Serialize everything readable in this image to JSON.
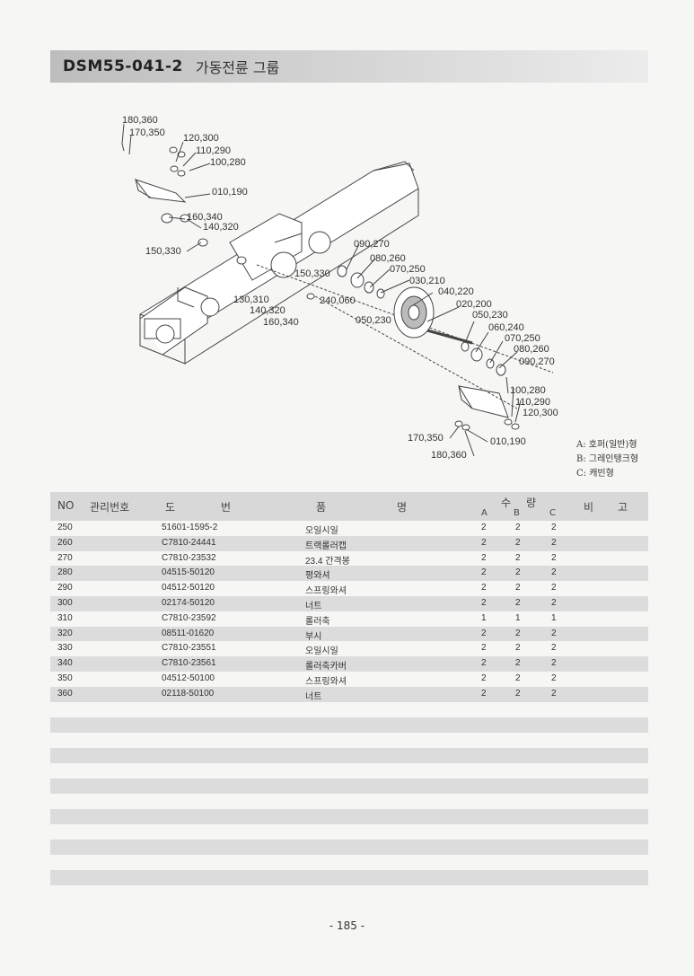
{
  "header": {
    "code": "DSM55-041-2",
    "title": "가동전륜 그룹"
  },
  "diagram": {
    "callouts": [
      "180,360",
      "170,350",
      "120,300",
      "110,290",
      "100,280",
      "010,190",
      "160,340",
      "140,320",
      "150,330",
      "090,270",
      "080,260",
      "070,250",
      "150,330",
      "030,210",
      "040,220",
      "130,310",
      "020,200",
      "140,320",
      "240,060",
      "050,230",
      "160,340",
      "050,230",
      "060,240",
      "070,250",
      "080,260",
      "090,270",
      "100,280",
      "110,290",
      "120,300",
      "170,350",
      "010,190",
      "180,360"
    ]
  },
  "legend": {
    "a": "A: 호퍼(일반)형",
    "b": "B: 그레인탱크형",
    "c": "C: 캐빈형"
  },
  "table": {
    "headers": {
      "no": "NO",
      "mgmt": "관리번호",
      "drawing_1": "도",
      "drawing_2": "번",
      "name_1": "품",
      "name_2": "명",
      "qty_1": "수",
      "qty_2": "량",
      "qty_a": "A",
      "qty_b": "B",
      "qty_c": "C",
      "remark_1": "비",
      "remark_2": "고"
    },
    "rows": [
      {
        "no": "250",
        "drawing": "51601-1595-2",
        "name": "오일시일",
        "a": "2",
        "b": "2",
        "c": "2"
      },
      {
        "no": "260",
        "drawing": "C7810-24441",
        "name": "트랙롤러캡",
        "a": "2",
        "b": "2",
        "c": "2"
      },
      {
        "no": "270",
        "drawing": "C7810-23532",
        "name": "23.4 간격봉",
        "a": "2",
        "b": "2",
        "c": "2"
      },
      {
        "no": "280",
        "drawing": "04515-50120",
        "name": "평와셔",
        "a": "2",
        "b": "2",
        "c": "2"
      },
      {
        "no": "290",
        "drawing": "04512-50120",
        "name": "스프링와셔",
        "a": "2",
        "b": "2",
        "c": "2"
      },
      {
        "no": "300",
        "drawing": "02174-50120",
        "name": "너트",
        "a": "2",
        "b": "2",
        "c": "2"
      },
      {
        "no": "310",
        "drawing": "C7810-23592",
        "name": "롤러축",
        "a": "1",
        "b": "1",
        "c": "1"
      },
      {
        "no": "320",
        "drawing": "08511-01620",
        "name": "부시",
        "a": "2",
        "b": "2",
        "c": "2"
      },
      {
        "no": "330",
        "drawing": "C7810-23551",
        "name": "오일시일",
        "a": "2",
        "b": "2",
        "c": "2"
      },
      {
        "no": "340",
        "drawing": "C7810-23561",
        "name": "롤러축카버",
        "a": "2",
        "b": "2",
        "c": "2"
      },
      {
        "no": "350",
        "drawing": "04512-50100",
        "name": "스프링와셔",
        "a": "2",
        "b": "2",
        "c": "2"
      },
      {
        "no": "360",
        "drawing": "02118-50100",
        "name": "너트",
        "a": "2",
        "b": "2",
        "c": "2"
      }
    ]
  },
  "footer": {
    "page": "- 185 -"
  }
}
